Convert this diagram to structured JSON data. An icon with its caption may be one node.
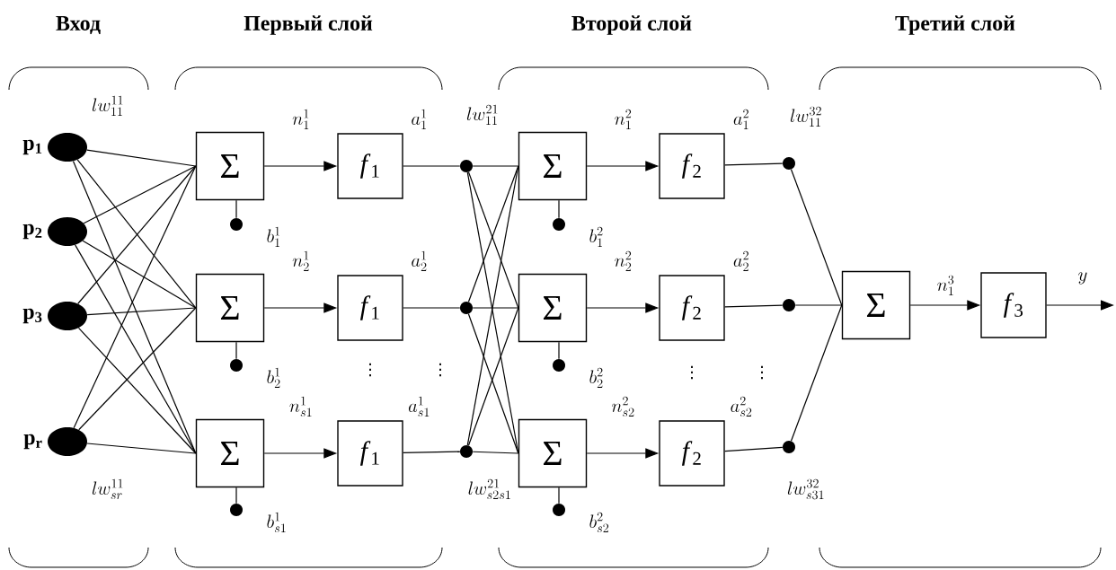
{
  "diagram": {
    "nodes": [
      {
        "text": [
          "Вход"
        ]
      },
      {
        "text": [],
        "shape": "circle",
        "in": 0,
        "beside": [
          "p$_{1}$"
        ]
      },
      {
        "text": [],
        "shape": "circle",
        "in": 0,
        "beside": [
          "p$_{2}$"
        ]
      },
      {
        "text": [],
        "shape": "circle",
        "in": 0,
        "beside": [
          "p$_{3}$"
        ]
      },
      {
        "text": [],
        "shape": "circle",
        "in": 0,
        "beside": [
          "p$_{r}$"
        ]
      },
      {
        "text": [
          "Первый слой"
        ]
      },
      {
        "text": [
          "Σ"
        ],
        "in": 5
      },
      {
        "text": [
          "Σ"
        ],
        "in": 5
      },
      {
        "text": [
          "Σ"
        ],
        "in": 5
      },
      {
        "text": [
          "*f*$_{1}$"
        ],
        "in": 5
      },
      {
        "text": [
          "*f*$_{1}$"
        ],
        "in": 5
      },
      {
        "text": [
          "*f*$_{1}$"
        ],
        "in": 5
      },
      {
        "text": [],
        "shape": "circle",
        "in": 5,
        "beside": [
          "b_1^1"
        ]
      },
      {
        "text": [],
        "shape": "circle",
        "in": 5,
        "beside": [
          "b_2^1"
        ]
      },
      {
        "text": [],
        "shape": "circle",
        "in": 5,
        "beside": [
          "b_{s1}^1"
        ]
      },
      {
        "text": [],
        "shape": "circle"
      },
      {
        "text": [],
        "shape": "circle"
      },
      {
        "text": [],
        "shape": "circle"
      },
      {
        "text": [
          "Второй слой"
        ]
      },
      {
        "text": [
          "Σ"
        ],
        "in": 18
      },
      {
        "text": [
          "Σ"
        ],
        "in": 18
      },
      {
        "text": [
          "Σ"
        ],
        "in": 18
      },
      {
        "text": [
          "*f*$_{2}$"
        ],
        "in": 18
      },
      {
        "text": [
          "*f*$_{2}$"
        ],
        "in": 18
      },
      {
        "text": [
          "*f*$_{2}$"
        ],
        "in": 18
      },
      {
        "text": [],
        "shape": "circle",
        "in": 18,
        "beside": [
          "b_1^2"
        ]
      },
      {
        "text": [],
        "shape": "circle",
        "in": 18,
        "beside": [
          "b_2^2"
        ]
      },
      {
        "text": [],
        "shape": "circle",
        "in": 18,
        "beside": [
          "b_{s2}^2"
        ]
      },
      {
        "text": [],
        "shape": "circle"
      },
      {
        "text": [],
        "shape": "circle"
      },
      {
        "text": [],
        "shape": "circle"
      },
      {
        "text": [
          "Третий слой"
        ]
      },
      {
        "text": [
          "Σ"
        ],
        "in": 31
      },
      {
        "text": [
          "*f*$_{3}$"
        ],
        "in": 31
      }
    ],
    "edges": [
      {
        "from": 1,
        "to": 6,
        "arrow": "none"
      },
      {
        "from": 1,
        "to": 7,
        "arrow": "none"
      },
      {
        "from": 1,
        "to": 8,
        "arrow": "none"
      },
      {
        "from": 2,
        "to": 6,
        "arrow": "none"
      },
      {
        "from": 2,
        "to": 7,
        "arrow": "none"
      },
      {
        "from": 2,
        "to": 8,
        "arrow": "none"
      },
      {
        "from": 3,
        "to": 6,
        "arrow": "none"
      },
      {
        "from": 3,
        "to": 7,
        "arrow": "none"
      },
      {
        "from": 3,
        "to": 8,
        "arrow": "none"
      },
      {
        "from": 4,
        "to": 6,
        "arrow": "none"
      },
      {
        "from": 4,
        "to": 7,
        "arrow": "none"
      },
      {
        "from": 4,
        "to": 8,
        "arrow": "none"
      },
      {
        "from": 12,
        "to": 6,
        "arrow": "none"
      },
      {
        "from": 13,
        "to": 7,
        "arrow": "none"
      },
      {
        "from": 14,
        "to": 8,
        "arrow": "none"
      },
      {
        "from": 6,
        "to": 9,
        "arrow": "to",
        "label": "n_1^1"
      },
      {
        "from": 7,
        "to": 10,
        "arrow": "to",
        "label": "n_2^1"
      },
      {
        "from": 8,
        "to": 11,
        "arrow": "to",
        "label": "n_{s1}^1"
      },
      {
        "from": 9,
        "to": 15,
        "arrow": "none",
        "label": "a_1^1"
      },
      {
        "from": 10,
        "to": 16,
        "arrow": "none",
        "label": "a_2^1"
      },
      {
        "from": 11,
        "to": 17,
        "arrow": "none",
        "label": "a_{s1}^1"
      },
      {
        "from": 15,
        "to": 19,
        "arrow": "none"
      },
      {
        "from": 15,
        "to": 20,
        "arrow": "none"
      },
      {
        "from": 15,
        "to": 21,
        "arrow": "none"
      },
      {
        "from": 16,
        "to": 19,
        "arrow": "none"
      },
      {
        "from": 16,
        "to": 20,
        "arrow": "none"
      },
      {
        "from": 16,
        "to": 21,
        "arrow": "none"
      },
      {
        "from": 17,
        "to": 19,
        "arrow": "none"
      },
      {
        "from": 17,
        "to": 20,
        "arrow": "none"
      },
      {
        "from": 17,
        "to": 21,
        "arrow": "none"
      },
      {
        "from": 25,
        "to": 19,
        "arrow": "none"
      },
      {
        "from": 26,
        "to": 20,
        "arrow": "none"
      },
      {
        "from": 27,
        "to": 21,
        "arrow": "none"
      },
      {
        "from": 19,
        "to": 22,
        "arrow": "to",
        "label": "n_1^2"
      },
      {
        "from": 20,
        "to": 23,
        "arrow": "to",
        "label": "n_2^2"
      },
      {
        "from": 21,
        "to": 24,
        "arrow": "to",
        "label": "n_{s2}^2"
      },
      {
        "from": 22,
        "to": 28,
        "arrow": "none",
        "label": "a_1^2"
      },
      {
        "from": 23,
        "to": 29,
        "arrow": "none",
        "label": "a_2^2"
      },
      {
        "from": 24,
        "to": 30,
        "arrow": "none",
        "label": "a_{s2}^2"
      },
      {
        "from": 28,
        "to": 32,
        "arrow": "none"
      },
      {
        "from": 29,
        "to": 32,
        "arrow": "none"
      },
      {
        "from": 30,
        "to": 32,
        "arrow": "none"
      },
      {
        "from": 32,
        "to": 33,
        "arrow": "to",
        "label": "n_1^3"
      },
      {
        "from": 33,
        "to": null,
        "arrow": "to",
        "label": "y"
      }
    ],
    "labels": [
      "lw_{11}^{11}",
      "lw_{11}^{21}",
      "lw_{11}^{32}",
      "⋮",
      "⋮",
      "⋮",
      "⋮",
      "lw_{sr}^{11}",
      "lw_{s2s1}^{21}",
      "lw_{s31}^{32}"
    ]
  }
}
